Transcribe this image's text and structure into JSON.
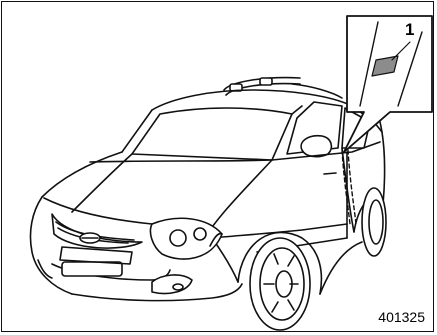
{
  "figure": {
    "callout_number": "1",
    "figure_code": "401325",
    "subject": "car-front-three-quarter-view",
    "highlighted_part": "label-on-door-pillar"
  },
  "colors": {
    "line": "#111111",
    "background": "#ffffff",
    "label_fill": "#8c8c8c"
  }
}
